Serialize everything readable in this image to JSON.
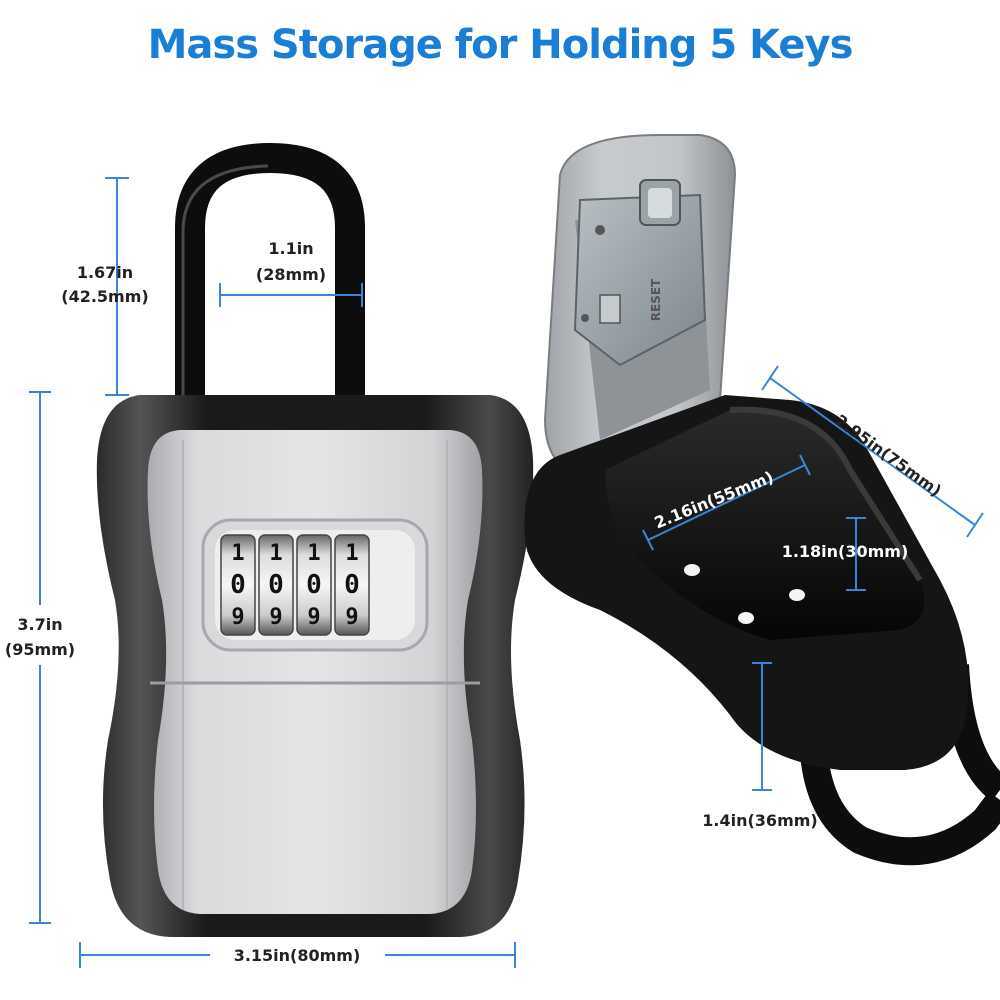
{
  "title": "Mass Storage for Holding 5 Keys",
  "dimensions": {
    "shackle_height_in": "1.67in",
    "shackle_height_mm": "(42.5mm)",
    "shackle_width_in": "1.1in",
    "shackle_width_mm": "(28mm)",
    "body_height_in": "3.7in",
    "body_height_mm": "(95mm)",
    "body_width": "3.15in(80mm)",
    "outer_length": "2.95in(75mm)",
    "inner_width": "2.16in(55mm)",
    "inner_depth": "1.18in(30mm)",
    "body_depth": "1.4in(36mm)"
  },
  "dials": {
    "top": [
      "1",
      "1",
      "1",
      "1"
    ],
    "middle": [
      "0",
      "0",
      "0",
      "0"
    ],
    "bottom": [
      "9",
      "9",
      "9",
      "9"
    ]
  },
  "reset_label": "RESET",
  "colors": {
    "accent": "#1a7fd4",
    "dimension_line": "#3a86d6",
    "body_black": "#1b1b1b",
    "panel_silver": "#c9cbcd"
  }
}
